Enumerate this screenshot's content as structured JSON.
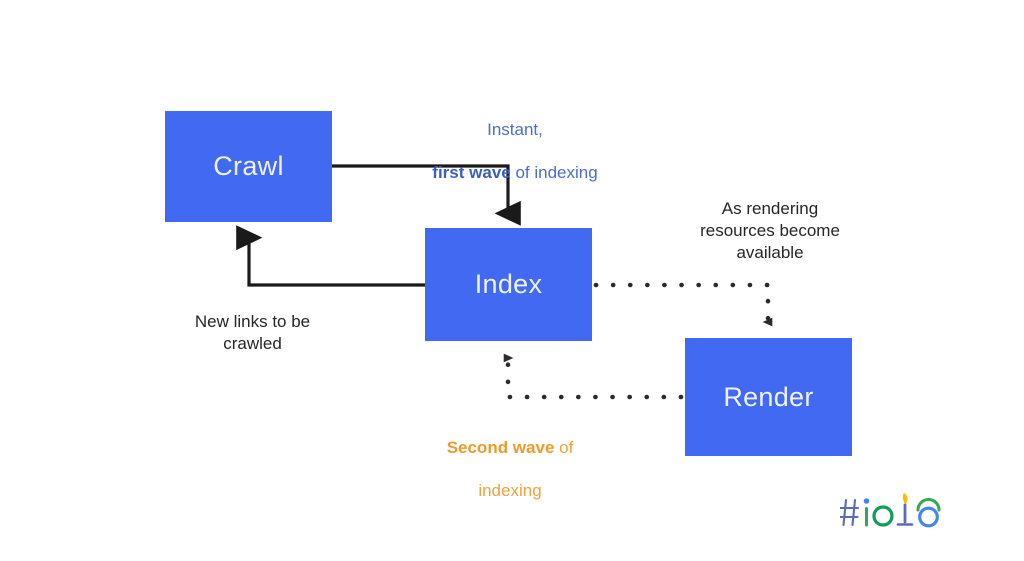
{
  "slide": {
    "background_color": "#ffffff",
    "node_fill_color": "#4269f2",
    "node_text_color": "#eef2ff",
    "solid_connector_color": "#1a1a1a",
    "dotted_connector_color": "#2b2b2b"
  },
  "nodes": [
    {
      "id": "crawl",
      "label": "Crawl"
    },
    {
      "id": "index",
      "label": "Index"
    },
    {
      "id": "render",
      "label": "Render"
    }
  ],
  "annotations": {
    "first_wave": {
      "line1": "Instant,",
      "bold": "first wave",
      "rest": " of indexing",
      "color": "#4c6ecb"
    },
    "rendering_resources": {
      "text": "As rendering\nresources become\navailable",
      "color": "#262626"
    },
    "new_links": {
      "text": "New links to be\ncrawled",
      "color": "#262626"
    },
    "second_wave": {
      "bold": "Second wave",
      "rest": " of",
      "line2": "indexing",
      "color": "#f0a23c"
    }
  },
  "connectors": [
    {
      "id": "crawl-to-index",
      "style": "solid",
      "from": "crawl",
      "to": "index"
    },
    {
      "id": "index-to-crawl",
      "style": "solid",
      "from": "index",
      "to": "crawl"
    },
    {
      "id": "index-to-render",
      "style": "dotted",
      "from": "index",
      "to": "render"
    },
    {
      "id": "render-to-index",
      "style": "dotted",
      "from": "render",
      "to": "index"
    }
  ],
  "logo": {
    "text": "#io18",
    "colors": {
      "hash": "#5b6abf",
      "i_dot": "#4285f4",
      "i_stem": "#34a853",
      "o_first": "#0f9d58",
      "one_torch": "#fbbc04",
      "one_stem": "#5b6abf",
      "eight_arc": "#34a853",
      "o_last": "#4285f4"
    }
  }
}
